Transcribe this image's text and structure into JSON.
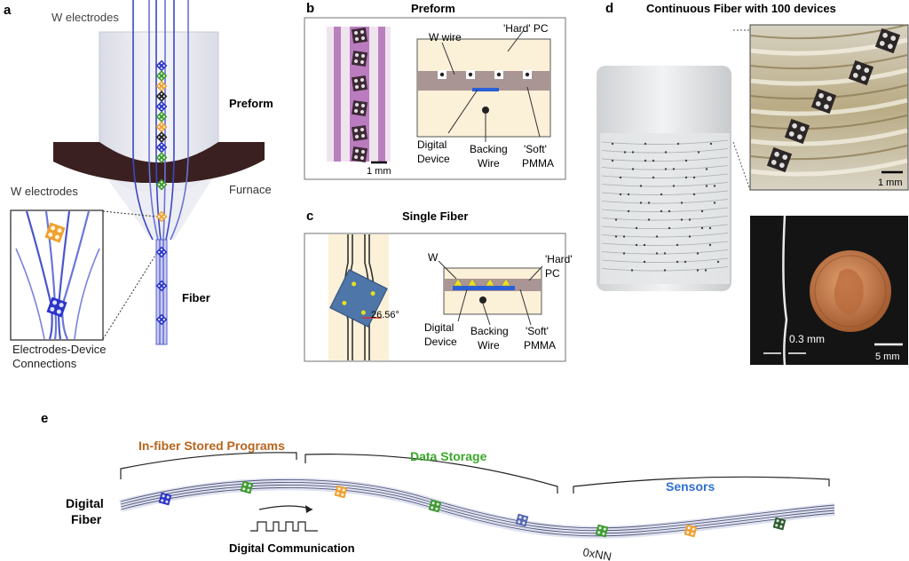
{
  "panel_a": {
    "letter": "a",
    "w_electrodes_top": "W electrodes",
    "preform": "Preform",
    "furnace": "Furnace",
    "w_electrodes_inset": "W electrodes",
    "fiber": "Fiber",
    "connections_line1": "Electrodes-Device",
    "connections_line2": "Connections",
    "colors": {
      "blue": "#2b35c9",
      "green": "#3c9a2e",
      "orange": "#f0a030",
      "black": "#222222",
      "furnace": "#3a2020"
    }
  },
  "panel_b": {
    "letter": "b",
    "title": "Preform",
    "w_wire": "W wire",
    "hard_pc": "'Hard' PC",
    "digital": "Digital",
    "device": "Device",
    "backing": "Backing",
    "wire": "Wire",
    "soft": "'Soft'",
    "pmma": "PMMA",
    "scale": "1 mm"
  },
  "panel_c": {
    "letter": "c",
    "title": "Single Fiber",
    "w": "W",
    "hard": "'Hard'",
    "pc": "PC",
    "angle": "26.56°",
    "digital": "Digital",
    "device": "Device",
    "backing": "Backing",
    "wire": "Wire",
    "soft": "'Soft'",
    "pmma": "PMMA"
  },
  "panel_d": {
    "letter": "d",
    "title": "Continuous Fiber with 100 devices",
    "scale_top": "1 mm",
    "diameter": "0.3 mm",
    "scale_bottom": "5 mm"
  },
  "panel_e": {
    "letter": "e",
    "programs": "In-fiber Stored Programs",
    "storage": "Data Storage",
    "sensors": "Sensors",
    "digital": "Digital",
    "fiber": "Fiber",
    "communication": "Digital Communication",
    "hex": "0xNN",
    "colors": {
      "programs": "#b8651e",
      "storage": "#3aa82a",
      "sensors": "#2f6fd0"
    }
  }
}
